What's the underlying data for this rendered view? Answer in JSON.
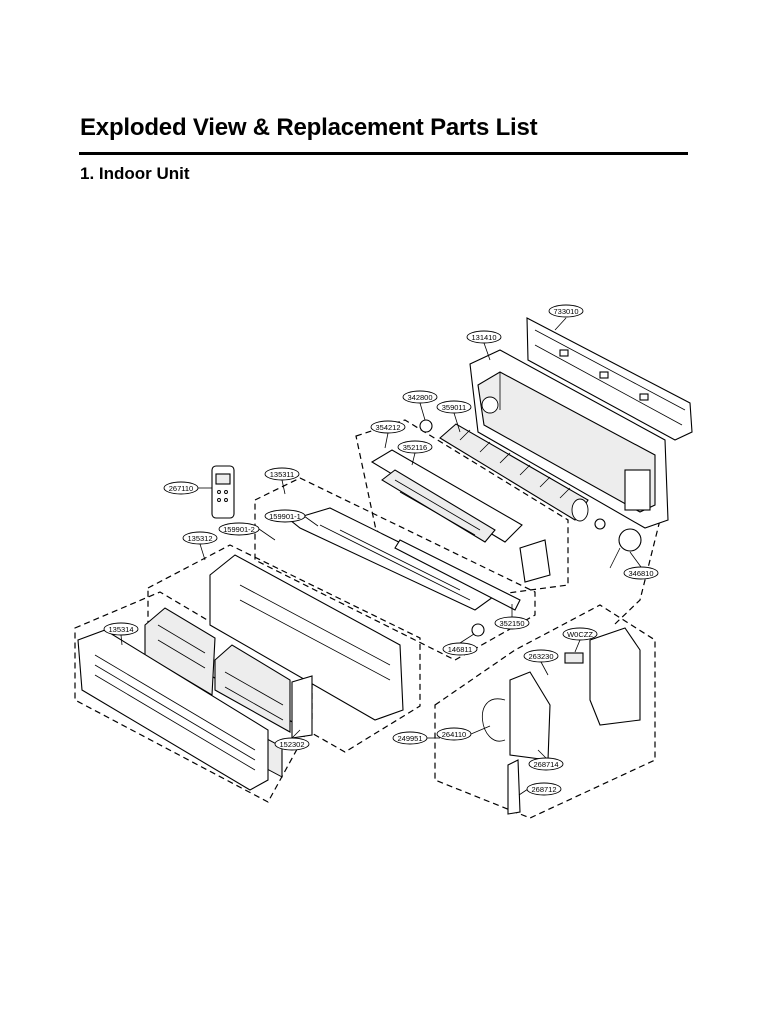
{
  "page": {
    "title": "Exploded View & Replacement Parts List",
    "section": "1. Indoor Unit"
  },
  "parts": {
    "p733010": "733010",
    "p131410": "131410",
    "p342800": "342800",
    "p359011": "359011",
    "p354212": "354212",
    "p352116": "352116",
    "p135311": "135311",
    "p267110": "267110",
    "p159901_1": "159901-1",
    "p159901_2": "159901-2",
    "p135312": "135312",
    "p135314": "135314",
    "p146811": "146811",
    "p352150": "352150",
    "p346810": "346810",
    "pW0CZZ": "W0CZZ",
    "p263230": "263230",
    "p249951": "249951",
    "p264110": "264110",
    "p268714": "268714",
    "p268712": "268712",
    "p152302": "152302"
  }
}
